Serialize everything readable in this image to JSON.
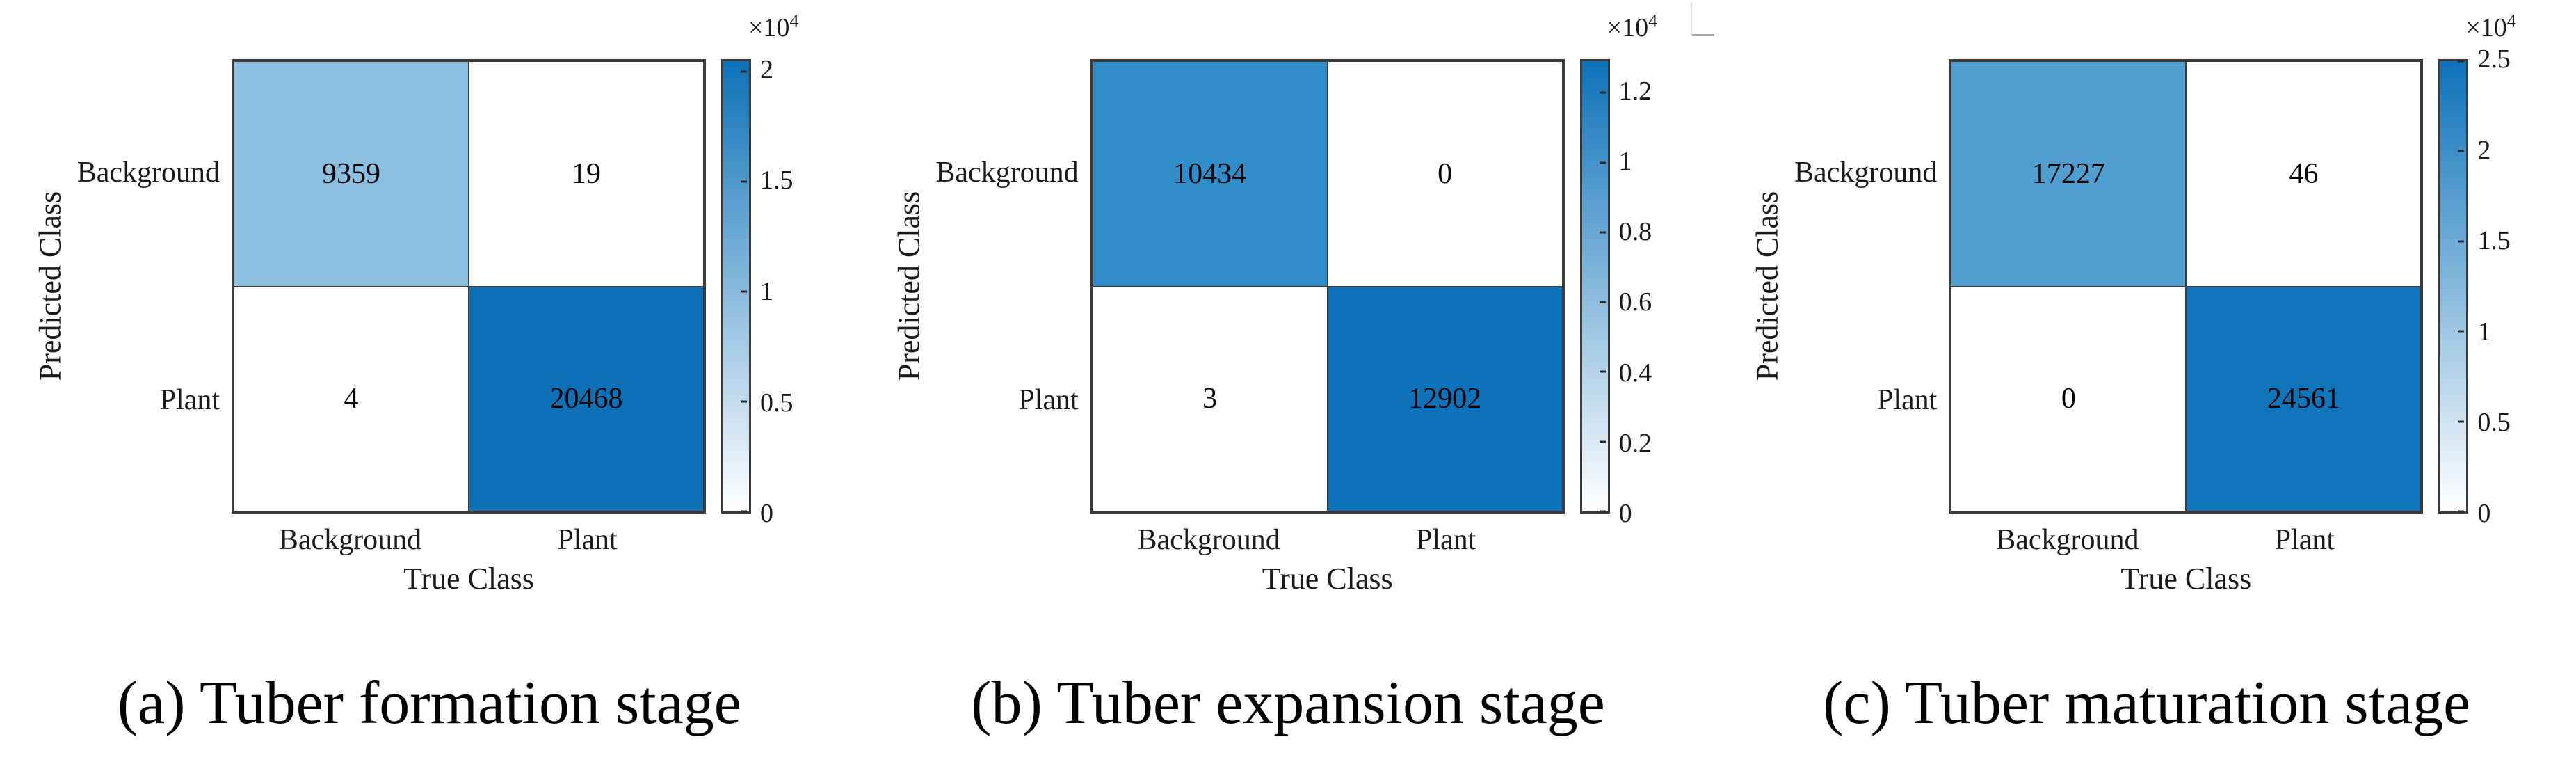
{
  "figure": {
    "panels": [
      {
        "caption": "(a) Tuber formation stage",
        "y_axis_label": "Predicted Class",
        "x_axis_label": "True Class",
        "row_labels": [
          "Background",
          "Plant"
        ],
        "col_labels": [
          "Background",
          "Plant"
        ],
        "cells": [
          {
            "value": "9359",
            "bg": "#8CBEDF"
          },
          {
            "value": "19",
            "bg": "#FFFFFF"
          },
          {
            "value": "4",
            "bg": "#FFFFFF"
          },
          {
            "value": "20468",
            "bg": "#0E71B8"
          }
        ],
        "colorbar": {
          "exp_base": "×10",
          "exp_power": "4",
          "gradient_top": "#0D72B9",
          "gradient_bottom": "#FFFFFF",
          "ticks": [
            {
              "label": "2",
              "top": "2.3%"
            },
            {
              "label": "1.5",
              "top": "26.7%"
            },
            {
              "label": "1",
              "top": "51.1%"
            },
            {
              "label": "0.5",
              "top": "75.6%"
            },
            {
              "label": "0",
              "top": "100%"
            }
          ]
        }
      },
      {
        "caption": "(b) Tuber expansion stage",
        "y_axis_label": "Predicted Class",
        "x_axis_label": "True Class",
        "row_labels": [
          "Background",
          "Plant"
        ],
        "col_labels": [
          "Background",
          "Plant"
        ],
        "cells": [
          {
            "value": "10434",
            "bg": "#308DCA"
          },
          {
            "value": "0",
            "bg": "#FFFFFF"
          },
          {
            "value": "3",
            "bg": "#FFFFFF"
          },
          {
            "value": "12902",
            "bg": "#0D72B9"
          }
        ],
        "colorbar": {
          "exp_base": "×10",
          "exp_power": "4",
          "gradient_top": "#0D72B9",
          "gradient_bottom": "#FFFFFF",
          "ticks": [
            {
              "label": "1.2",
              "top": "7%"
            },
            {
              "label": "1",
              "top": "22.5%"
            },
            {
              "label": "0.8",
              "top": "38%"
            },
            {
              "label": "0.6",
              "top": "53.5%"
            },
            {
              "label": "0.4",
              "top": "69%"
            },
            {
              "label": "0.2",
              "top": "84.5%"
            },
            {
              "label": "0",
              "top": "100%"
            }
          ]
        }
      },
      {
        "caption": "(c) Tuber maturation stage",
        "y_axis_label": "Predicted Class",
        "x_axis_label": "True Class",
        "row_labels": [
          "Background",
          "Plant"
        ],
        "col_labels": [
          "Background",
          "Plant"
        ],
        "cells": [
          {
            "value": "17227",
            "bg": "#509FD0"
          },
          {
            "value": "46",
            "bg": "#FFFFFF"
          },
          {
            "value": "0",
            "bg": "#FFFFFF"
          },
          {
            "value": "24561",
            "bg": "#0F74BA"
          }
        ],
        "colorbar": {
          "exp_base": "×10",
          "exp_power": "4",
          "gradient_top": "#0D72B9",
          "gradient_bottom": "#FFFFFF",
          "ticks": [
            {
              "label": "2.5",
              "top": "0%"
            },
            {
              "label": "2",
              "top": "20%"
            },
            {
              "label": "1.5",
              "top": "40%"
            },
            {
              "label": "1",
              "top": "60%"
            },
            {
              "label": "0.5",
              "top": "80%"
            },
            {
              "label": "0",
              "top": "100%"
            }
          ]
        }
      }
    ]
  },
  "chart_data": [
    {
      "type": "heatmap",
      "subtype": "confusion-matrix",
      "title": "(a) Tuber formation stage",
      "xlabel": "True Class",
      "ylabel": "Predicted Class",
      "x_categories": [
        "Background",
        "Plant"
      ],
      "y_categories": [
        "Background",
        "Plant"
      ],
      "values": [
        [
          9359,
          19
        ],
        [
          4,
          20468
        ]
      ],
      "colorbar_ticks_x1e4": [
        0,
        0.5,
        1,
        1.5,
        2
      ],
      "colorbar_scale_note": "×10⁴",
      "color_range": [
        0,
        20468
      ],
      "colormap": [
        "#FFFFFF",
        "#0D72B9"
      ],
      "legend_position": "right-colorbar",
      "grid": false
    },
    {
      "type": "heatmap",
      "subtype": "confusion-matrix",
      "title": "(b) Tuber expansion stage",
      "xlabel": "True Class",
      "ylabel": "Predicted Class",
      "x_categories": [
        "Background",
        "Plant"
      ],
      "y_categories": [
        "Background",
        "Plant"
      ],
      "values": [
        [
          10434,
          0
        ],
        [
          3,
          12902
        ]
      ],
      "colorbar_ticks_x1e4": [
        0,
        0.2,
        0.4,
        0.6,
        0.8,
        1,
        1.2
      ],
      "colorbar_scale_note": "×10⁴",
      "color_range": [
        0,
        12902
      ],
      "colormap": [
        "#FFFFFF",
        "#0D72B9"
      ],
      "legend_position": "right-colorbar",
      "grid": false
    },
    {
      "type": "heatmap",
      "subtype": "confusion-matrix",
      "title": "(c) Tuber maturation stage",
      "xlabel": "True Class",
      "ylabel": "Predicted Class",
      "x_categories": [
        "Background",
        "Plant"
      ],
      "y_categories": [
        "Background",
        "Plant"
      ],
      "values": [
        [
          17227,
          46
        ],
        [
          0,
          24561
        ]
      ],
      "colorbar_ticks_x1e4": [
        0,
        0.5,
        1,
        1.5,
        2,
        2.5
      ],
      "colorbar_scale_note": "×10⁴",
      "color_range": [
        0,
        25000
      ],
      "colormap": [
        "#FFFFFF",
        "#0D72B9"
      ],
      "legend_position": "right-colorbar",
      "grid": false
    }
  ]
}
